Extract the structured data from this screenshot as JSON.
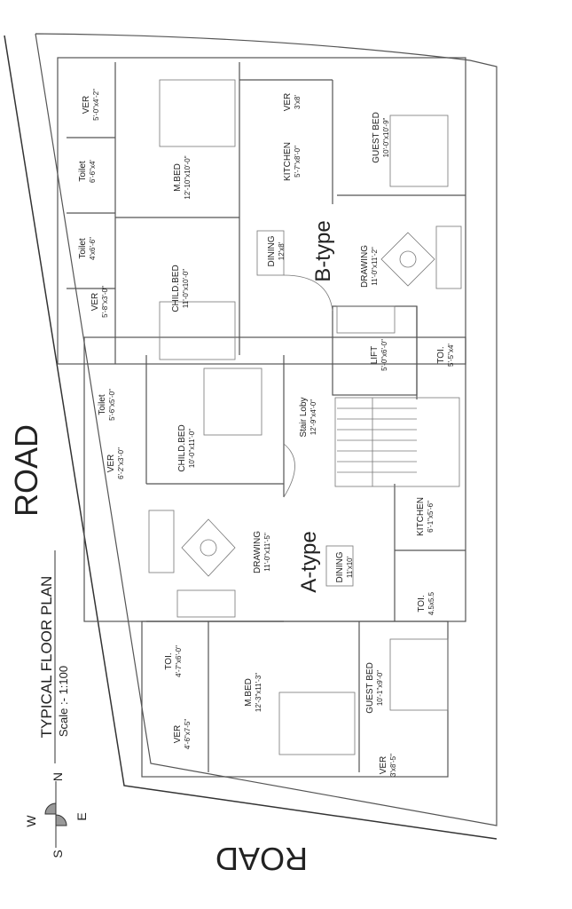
{
  "title": "TYPICAL FLOOR PLAN",
  "scale": "Scale :- 1:100",
  "roads": {
    "left": "ROAD",
    "bottom": "ROAD"
  },
  "compass": {
    "n": "N",
    "s": "S",
    "e": "E",
    "w": "W"
  },
  "units": {
    "b_type": "B-type",
    "a_type": "A-type"
  },
  "rooms": [
    {
      "name": "VER",
      "dim": "5'-0\"x4'-2\""
    },
    {
      "name": "M.BED",
      "dim": "12'-10\"x10'-0\""
    },
    {
      "name": "VER",
      "dim": "3'x8'"
    },
    {
      "name": "KITCHEN",
      "dim": "5'-7\"x8'-0\""
    },
    {
      "name": "GUEST BED",
      "dim": "10'-0\"x10'-9\""
    },
    {
      "name": "Toilet",
      "dim": "6'-6\"x4'"
    },
    {
      "name": "Toilet",
      "dim": "4'x6'-6\""
    },
    {
      "name": "DINING",
      "dim": "12'x8'"
    },
    {
      "name": "DRAWING",
      "dim": "11'-0\"x11'-2\""
    },
    {
      "name": "CHILD.BED",
      "dim": "11'-0\"x10'-0\""
    },
    {
      "name": "VER",
      "dim": "5'-8\"x3'-0\""
    },
    {
      "name": "LIFT",
      "dim": "5'-0\"x6'-0\""
    },
    {
      "name": "TOI.",
      "dim": "5'-5\"x4'"
    },
    {
      "name": "Stair Loby",
      "dim": "12'-9\"x4'-0\""
    },
    {
      "name": "Toilet",
      "dim": "5'-6\"x5'-0\""
    },
    {
      "name": "CHILD.BED",
      "dim": "10'-0\"x11'-0\""
    },
    {
      "name": "VER",
      "dim": "6'-2\"x3'-0\""
    },
    {
      "name": "KITCHEN",
      "dim": "6'-1\"x5'-6\""
    },
    {
      "name": "DRAWING",
      "dim": "11'-0\"x11'-5\""
    },
    {
      "name": "DINING",
      "dim": "11'x10'"
    },
    {
      "name": "TOI.",
      "dim": "4.5x5.5"
    },
    {
      "name": "TOI.",
      "dim": "4'-7\"x6'-0\""
    },
    {
      "name": "M.BED",
      "dim": "12'-3\"x11'-3\""
    },
    {
      "name": "GUEST BED",
      "dim": "10'-1\"x9'-0\""
    },
    {
      "name": "VER",
      "dim": "4'-6\"x7-5\""
    },
    {
      "name": "VER",
      "dim": "3'x8'-5\""
    }
  ]
}
